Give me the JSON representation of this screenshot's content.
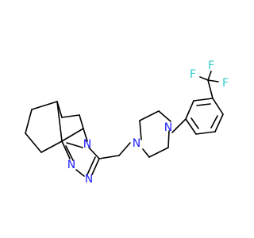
{
  "molecule": {
    "colors": {
      "bond": "#000000",
      "nitrogen": "#2121ff",
      "fluorine": "#33cccc"
    },
    "atoms": {
      "n_triazole_1": "N",
      "n_triazole_2": "N",
      "n_triazole_3": "N",
      "n_piperazine_1": "N",
      "n_piperazine_2": "N",
      "f_1": "F",
      "f_2": "F",
      "f_3": "F"
    }
  }
}
